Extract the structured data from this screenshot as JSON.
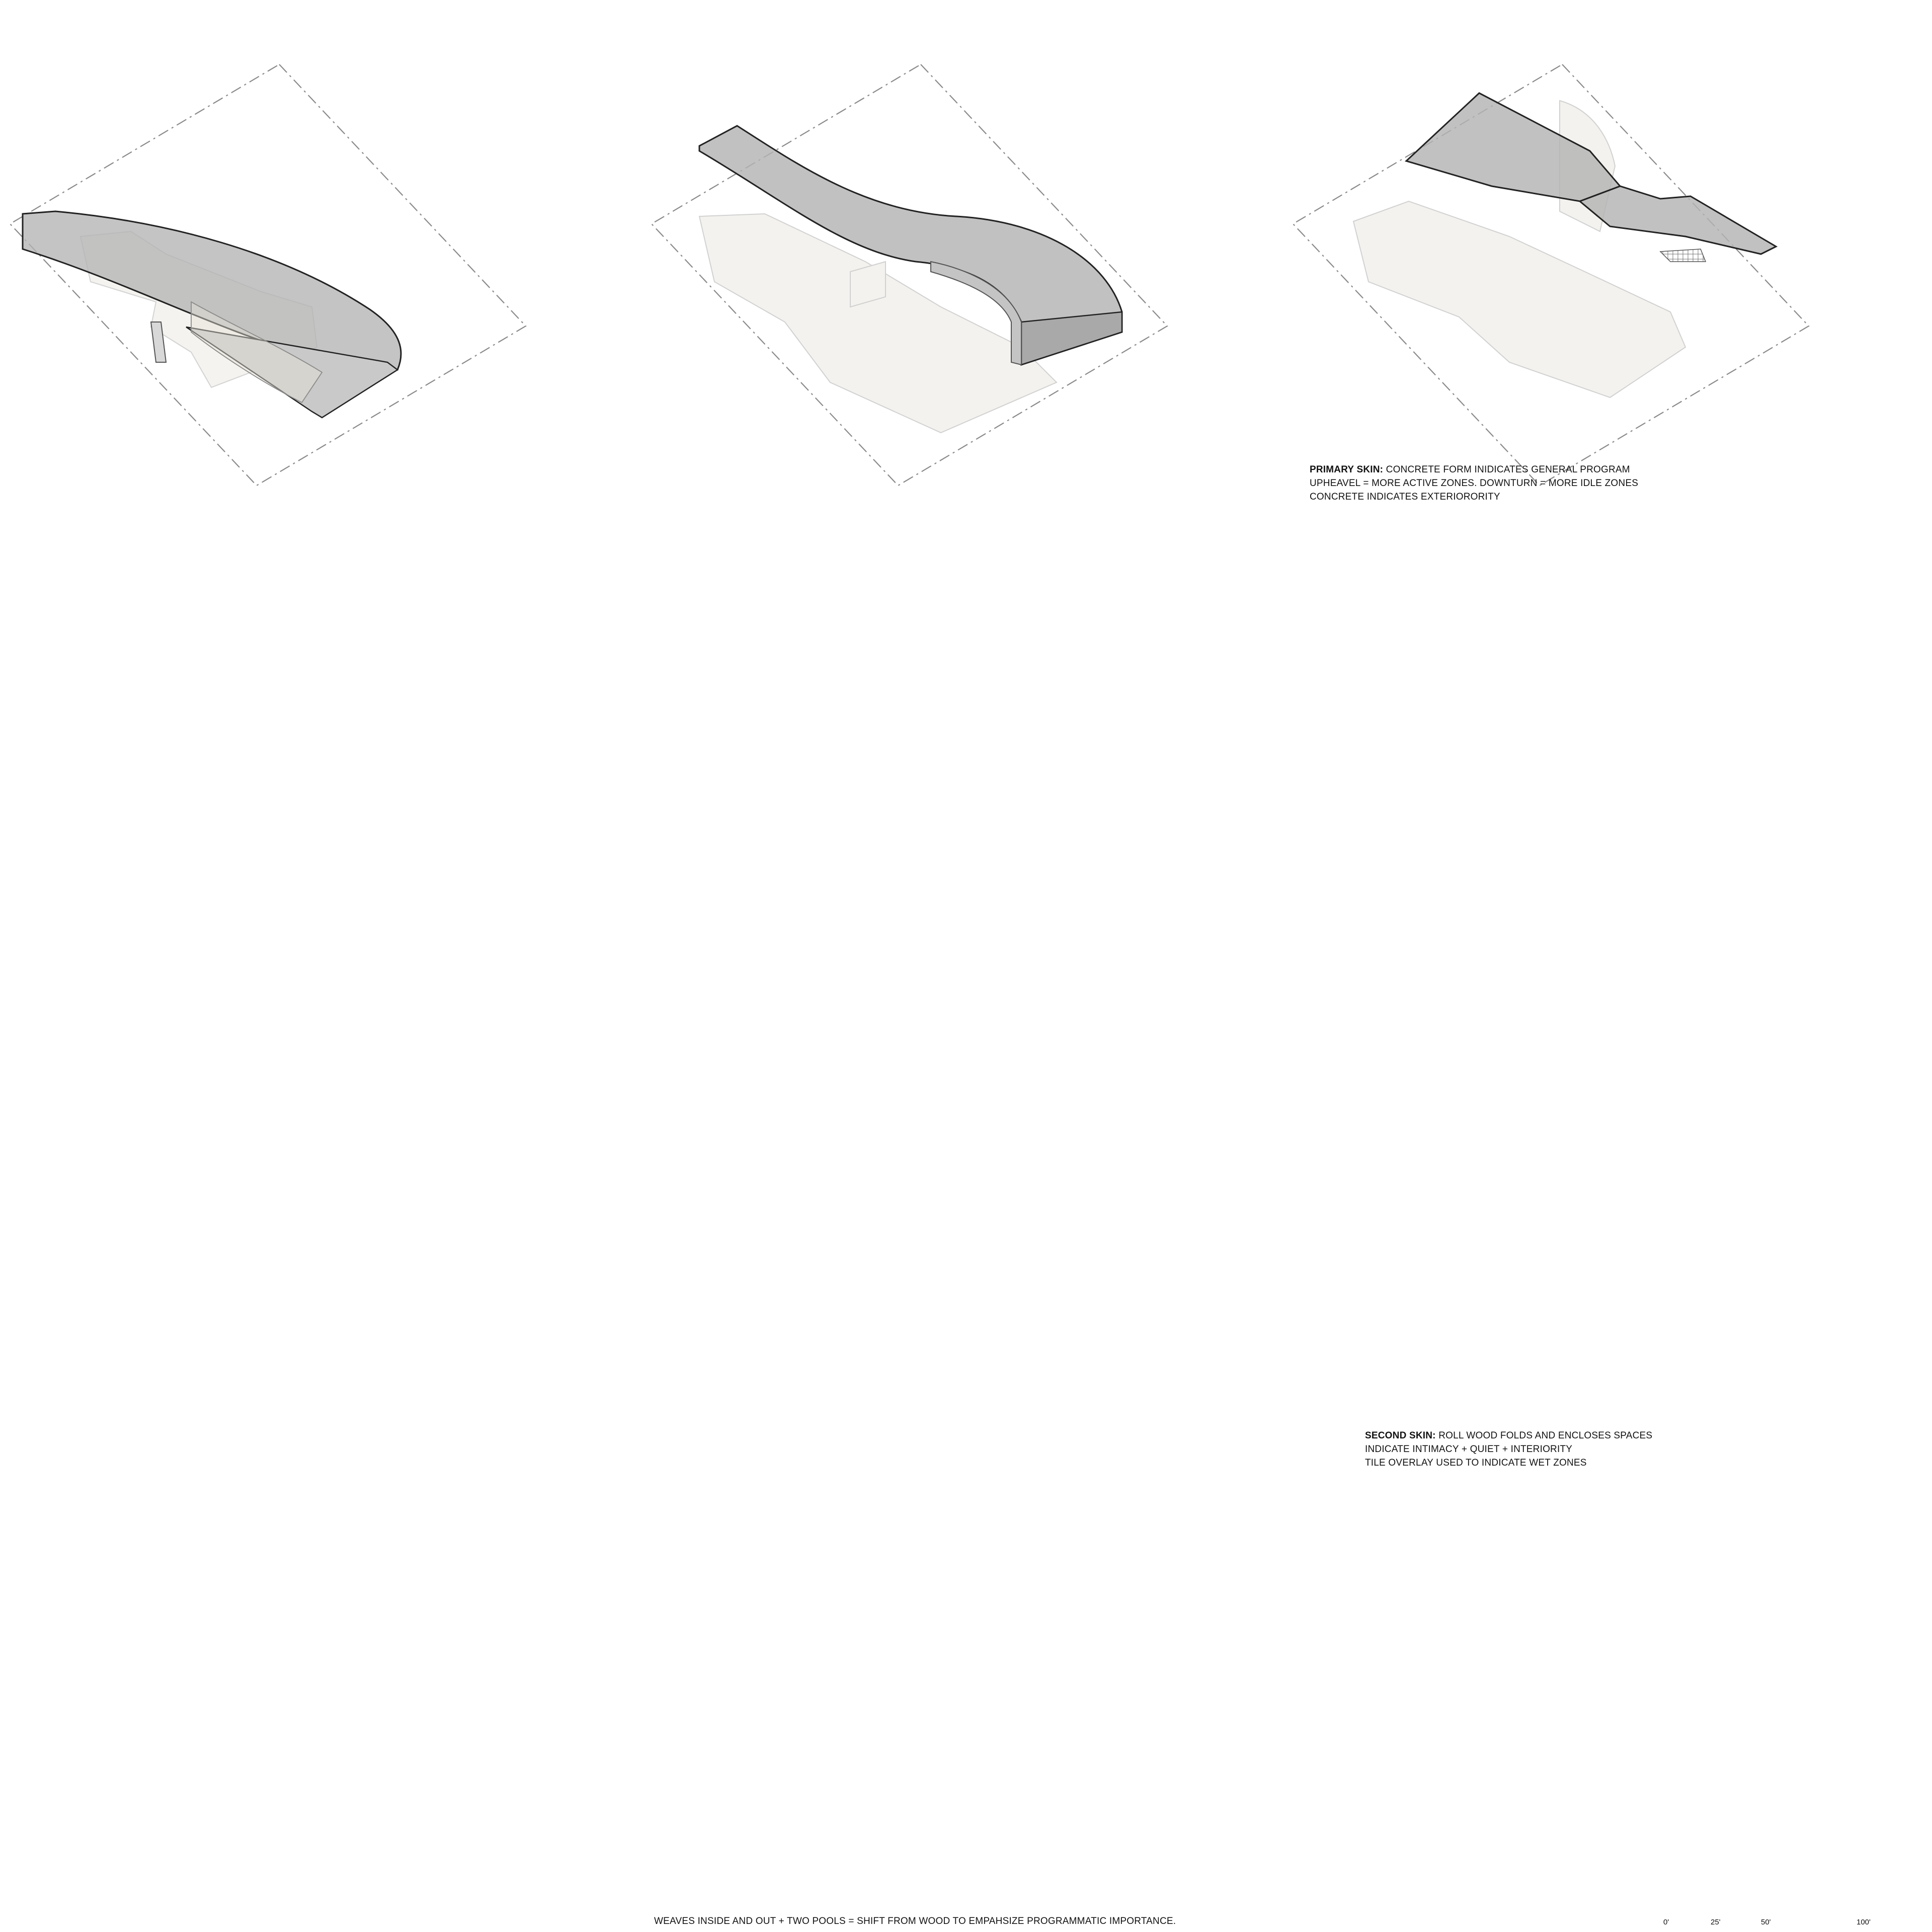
{
  "notes": {
    "primary": {
      "heading": "PRIMARY SKIN:",
      "line1": "CONCRETE FORM INIDICATES GENERAL PROGRAM",
      "line2": "UPHEAVEL = MORE ACTIVE ZONES. DOWNTURN = MORE IDLE ZONES",
      "line3": "CONCRETE INDICATES EXTERIORORITY"
    },
    "second": {
      "heading": "SECOND SKIN:",
      "line1": "ROLL WOOD FOLDS AND ENCLOSES SPACES",
      "line2": "INDICATE INTIMACY + QUIET + INTERIORITY",
      "line3": "TILE OVERLAY USED TO INDICATE WET ZONES"
    }
  },
  "caption": "WEAVES INSIDE AND OUT + TWO POOLS = SHIFT FROM WOOD TO EMPAHSIZE PROGRAMMATIC IMPORTANCE.",
  "scale_bar": {
    "labels": [
      "0'",
      "25'",
      "50'",
      "100'"
    ]
  },
  "colors": {
    "concrete": "#b3b3b3",
    "concrete_light": "#d0d0d0",
    "wood": "#e6e2d8",
    "wood_dark": "#d9d3c6",
    "ghost": "#f3f2ee",
    "ghost_line": "#cfcfcf",
    "dash": "#8a8a8a",
    "outline": "#222222"
  }
}
